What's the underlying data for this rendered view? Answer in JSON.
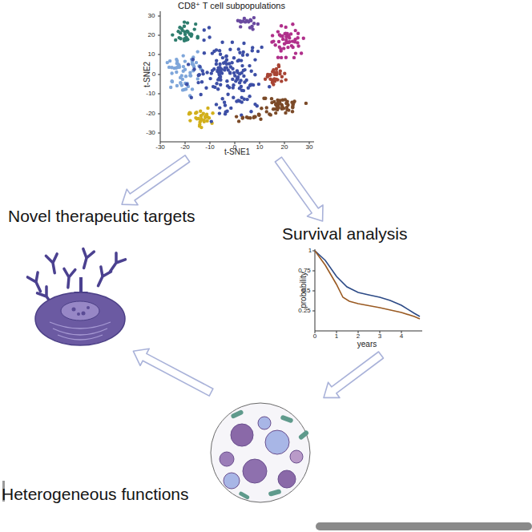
{
  "diagram": {
    "nodes": [
      {
        "text": [
          "CD8⁺ T cell subpopulations"
        ]
      },
      {
        "text": [
          "Novel therapeutic targets"
        ]
      },
      {
        "text": [
          "Survival analysis"
        ]
      },
      {
        "text": [
          "Heterogeneous functions"
        ]
      }
    ],
    "edges": [
      {
        "from": 0,
        "to": 1,
        "arrow": "to"
      },
      {
        "from": 0,
        "to": 2,
        "arrow": "to"
      },
      {
        "from": 2,
        "to": 3,
        "arrow": "to"
      },
      {
        "from": 3,
        "to": 1,
        "arrow": "to"
      }
    ],
    "labels": [
      "t-SNE2",
      "t-SNE1",
      "30",
      "20",
      "10",
      "0",
      "-10",
      "-20",
      "-30",
      "-30",
      "-20",
      "-10",
      "0",
      "10",
      "20",
      "30",
      "probability",
      "years",
      "1",
      "0.75",
      "0.5",
      "0.25",
      "0",
      "1",
      "2",
      "3",
      "4"
    ]
  }
}
